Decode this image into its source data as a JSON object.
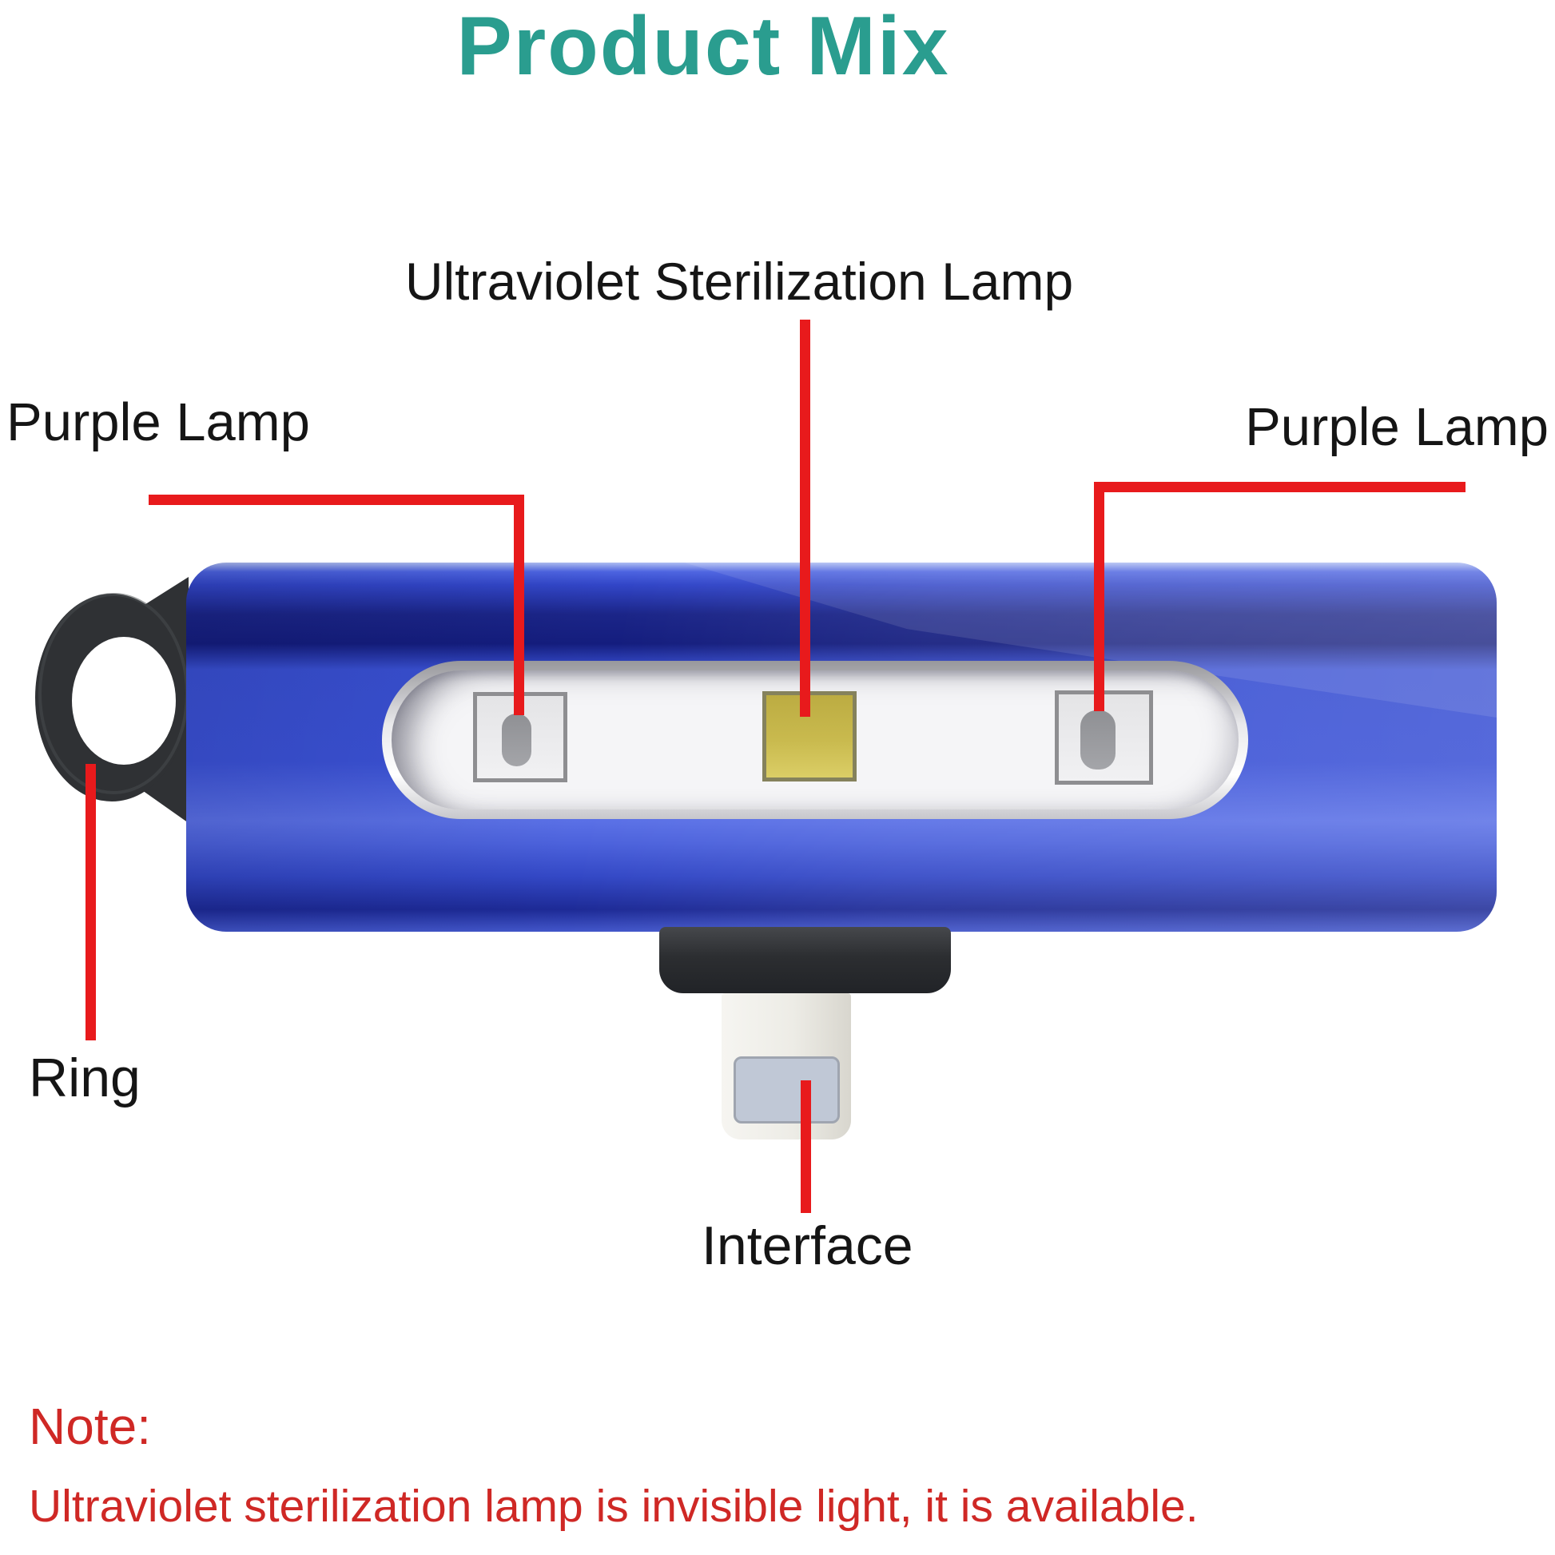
{
  "title": {
    "text": "Product Mix"
  },
  "callouts": {
    "uv_lamp": "Ultraviolet Sterilization Lamp",
    "purple_lamp_left": "Purple Lamp",
    "purple_lamp_right": "Purple Lamp",
    "ring": "Ring",
    "interface": "Interface"
  },
  "note": {
    "heading": "Note:",
    "body": "Ultraviolet sterilization lamp is invisible light, it is available."
  },
  "colors": {
    "title-teal": "#2a9d8f",
    "accent-red": "#e81a1c",
    "note-red": "#cf2825",
    "device-blue": "#3b52d6",
    "device-navy": "#161f80",
    "lamp-yellow": "#c9ba4e",
    "ring-dark": "#2f3134",
    "connector-black": "#2b2d2f",
    "connector-cream": "#edece6",
    "pad-grey": "#c0c8d6"
  }
}
